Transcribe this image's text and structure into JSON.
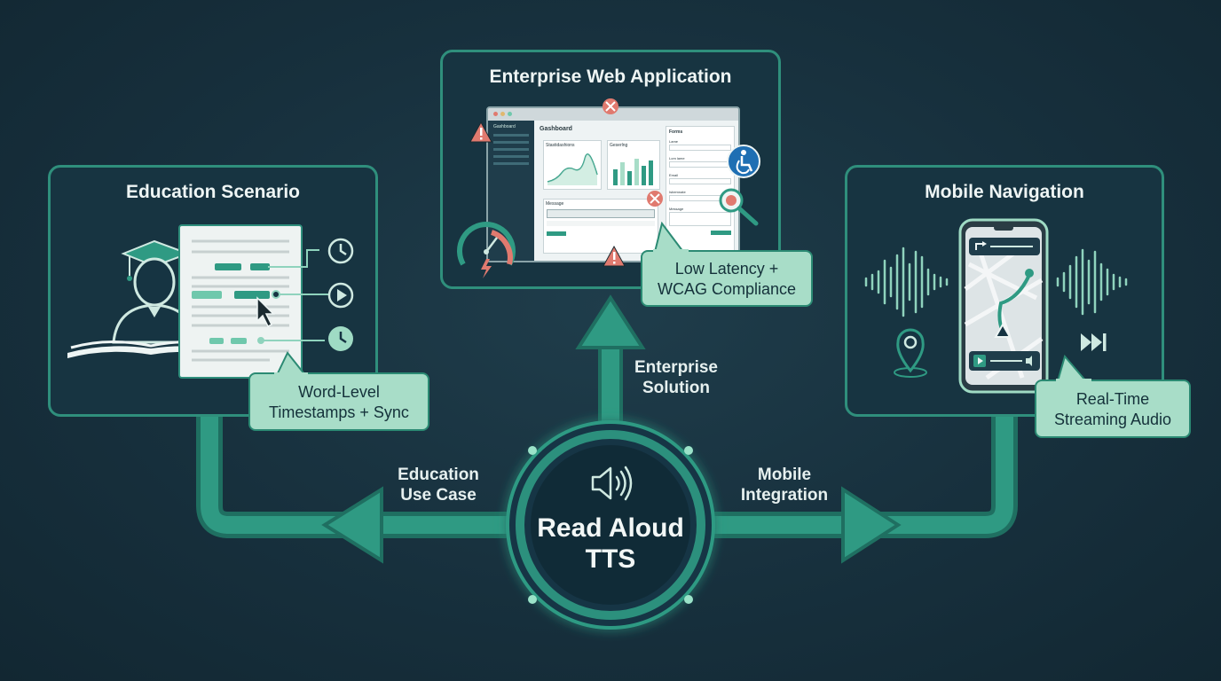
{
  "center": {
    "line1": "Read Aloud",
    "line2": "TTS"
  },
  "panels": {
    "education": {
      "title": "Education Scenario",
      "callout_line1": "Word-Level",
      "callout_line2": "Timestamps + Sync"
    },
    "enterprise": {
      "title": "Enterprise Web Application",
      "callout_line1": "Low Latency +",
      "callout_line2": "WCAG Compliance"
    },
    "mobile": {
      "title": "Mobile Navigation",
      "callout_line1": "Real-Time",
      "callout_line2": "Streaming Audio"
    }
  },
  "dashboard": {
    "header": "Gashboard",
    "sidebar_item": "Gashboard",
    "card1_title": "Stastidashions",
    "card2_title": "Geserlng",
    "messages_title": "Message",
    "forms_title": "Forms",
    "form_labels": [
      "Lame",
      "Lom lame",
      "Email",
      "Isbemnate",
      "Message"
    ]
  },
  "flows": {
    "up": {
      "line1": "Enterprise",
      "line2": "Solution"
    },
    "left": {
      "line1": "Education",
      "line2": "Use Case"
    },
    "right": {
      "line1": "Mobile",
      "line2": "Integration"
    }
  },
  "colors": {
    "accent": "#2f8f7c",
    "accent_light": "#a8ddc8",
    "background": "#17303d",
    "warning": "#e07a6f",
    "accessibility": "#1f6fb3"
  }
}
